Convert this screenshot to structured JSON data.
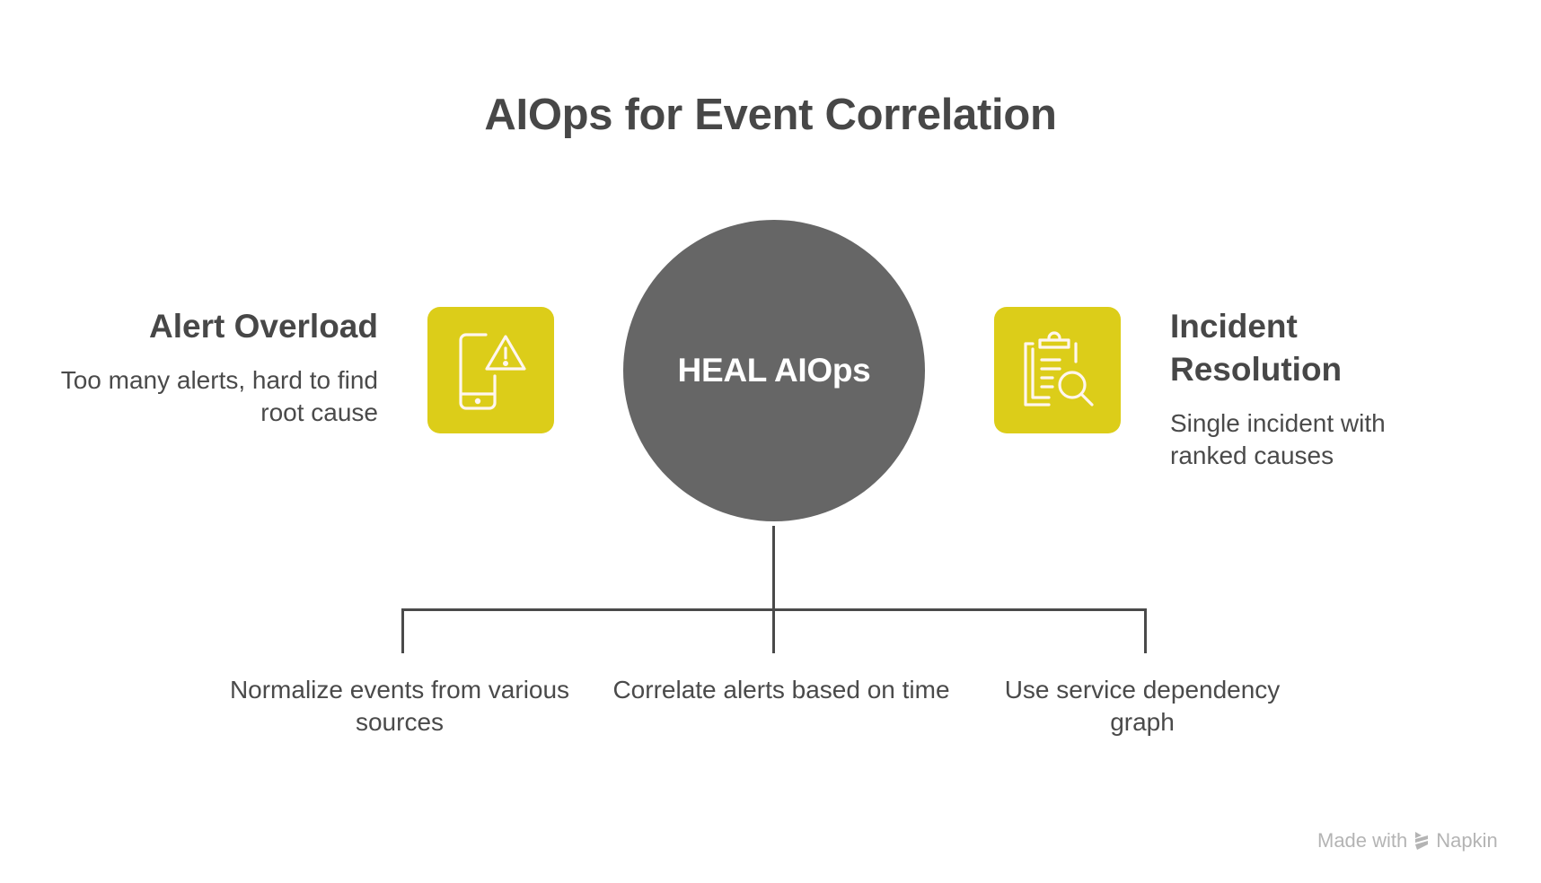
{
  "title": "AIOps for Event Correlation",
  "center": {
    "label": "HEAL AIOps",
    "color": "#666666"
  },
  "left": {
    "heading": "Alert Overload",
    "description": "Too many alerts, hard to find root cause",
    "icon": "mobile-alert-icon"
  },
  "right": {
    "heading": "Incident Resolution",
    "description": "Single incident with ranked causes",
    "icon": "clipboard-search-icon"
  },
  "steps": [
    {
      "text": "Normalize events from various sources"
    },
    {
      "text": "Correlate alerts based on time"
    },
    {
      "text": "Use service dependency graph"
    }
  ],
  "watermark": {
    "prefix": "Made with",
    "brand": "Napkin"
  },
  "colors": {
    "accent": "#dccd19",
    "text": "#4a4a4a",
    "line": "#4a4a4a"
  }
}
